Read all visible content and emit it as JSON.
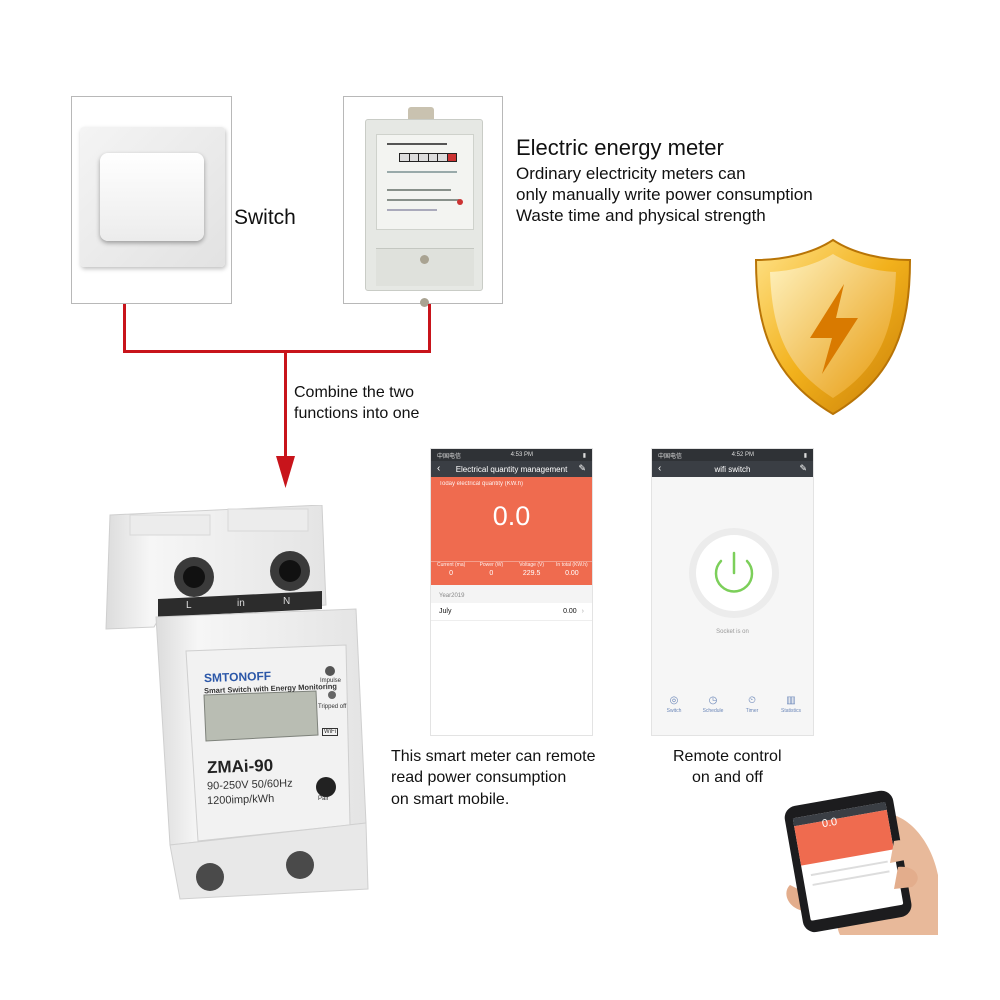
{
  "switch_section": {
    "label": "Switch"
  },
  "meter_section": {
    "heading": "Electric energy meter",
    "lines": [
      "Ordinary electricity meters can",
      "only manually write power consumption",
      "Waste time and physical strength"
    ]
  },
  "combine_text": {
    "line1": "Combine the two",
    "line2": "functions into one"
  },
  "device": {
    "brand": "SMTONOFF",
    "subtitle": "Smart Switch with Energy Monitoring",
    "impulse_label": "Impulse",
    "tripped_label": "Tripped off",
    "wifi_label": "WiFi",
    "model": "ZMAi-90",
    "spec_line1": "90-250V  50/60Hz",
    "spec_line2": "1200imp/kWh",
    "pair_label": "Pair",
    "terminal_l": "L",
    "terminal_in": "in",
    "terminal_n": "N"
  },
  "phone_energy": {
    "status_carrier": "中国电信",
    "status_time": "4:53 PM",
    "nav_title": "Electrical quantity management",
    "today_label": "Today electrical quantity (KW.h)",
    "today_value": "0.0",
    "stats": [
      {
        "label": "Current (ma)",
        "value": "0"
      },
      {
        "label": "Power (W)",
        "value": "0"
      },
      {
        "label": "Voltage (V)",
        "value": "229.5"
      },
      {
        "label": "In total (KW.h)",
        "value": "0.00"
      }
    ],
    "year_label": "Year2019",
    "month": "July",
    "month_value": "0.00"
  },
  "phone_switch": {
    "status_carrier": "中国电信",
    "status_time": "4:52 PM",
    "nav_title": "wifi switch",
    "status_text": "Socket is on",
    "tabs": [
      {
        "label": "Switch",
        "icon": "switch-icon"
      },
      {
        "label": "Schedule",
        "icon": "clock-icon"
      },
      {
        "label": "Timer",
        "icon": "timer-icon"
      },
      {
        "label": "Statistics",
        "icon": "bar-chart-icon"
      }
    ]
  },
  "captions": {
    "energy": [
      "This smart meter can remote",
      "read power consumption",
      "on smart mobile."
    ],
    "switch": [
      "Remote control",
      "on and off"
    ]
  },
  "hand_phone": {
    "value": "0.0"
  },
  "colors": {
    "wire": "#c8141b",
    "orange": "#ef6b4f",
    "shield_gold": "#f2b11c",
    "power_green": "#7ccf5a"
  }
}
